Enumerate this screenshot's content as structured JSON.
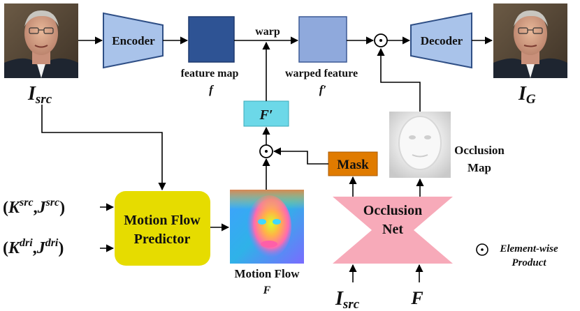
{
  "colors": {
    "encoder_fill": "#a9c3ea",
    "encoder_stroke": "#2f4f86",
    "feature_map_fill": "#2e5394",
    "warped_feature_fill": "#8fa9dc",
    "f_prime_fill": "#6cd8e8",
    "mask_fill": "#e07b00",
    "motion_predictor_fill": "#e6dc00",
    "occlusion_net_fill": "#f7aab9",
    "line": "#000000"
  },
  "nodes": {
    "encoder": "Encoder",
    "decoder": "Decoder",
    "feature_map_line1": "feature map",
    "feature_map_symbol": "f",
    "warp": "warp",
    "warped_feature_line1": "warped feature",
    "warped_feature_symbol": "f′",
    "f_prime": "F′",
    "mask": "Mask",
    "occlusion_map_line1": "Occlusion",
    "occlusion_map_line2": "Map",
    "motion_predictor_line1": "Motion Flow",
    "motion_predictor_line2": "Predictor",
    "occlusion_net_line1": "Occlusion",
    "occlusion_net_line2": "Net",
    "motion_flow_line1": "Motion Flow",
    "motion_flow_symbol": "F",
    "occlusion_input_F": "F"
  },
  "math": {
    "i_src_main": "I",
    "i_src_sub": "src",
    "i_g_main": "I",
    "i_g_sub": "G",
    "i_src_bottom_main": "I",
    "i_src_bottom_sub": "src",
    "ksrc": {
      "open": "(",
      "k": "K",
      "k_sup": "src",
      "comma": ",",
      "j": "J",
      "j_sup": "src",
      "close": ")"
    },
    "kdri": {
      "open": "(",
      "k": "K",
      "k_sup": "dri",
      "comma": ",",
      "j": "J",
      "j_sup": "dri",
      "close": ")"
    }
  },
  "legend": {
    "symbol": "⊙",
    "line1": "Element-wise",
    "line2": "Product"
  },
  "operators": {
    "product_symbol": "⊙"
  }
}
